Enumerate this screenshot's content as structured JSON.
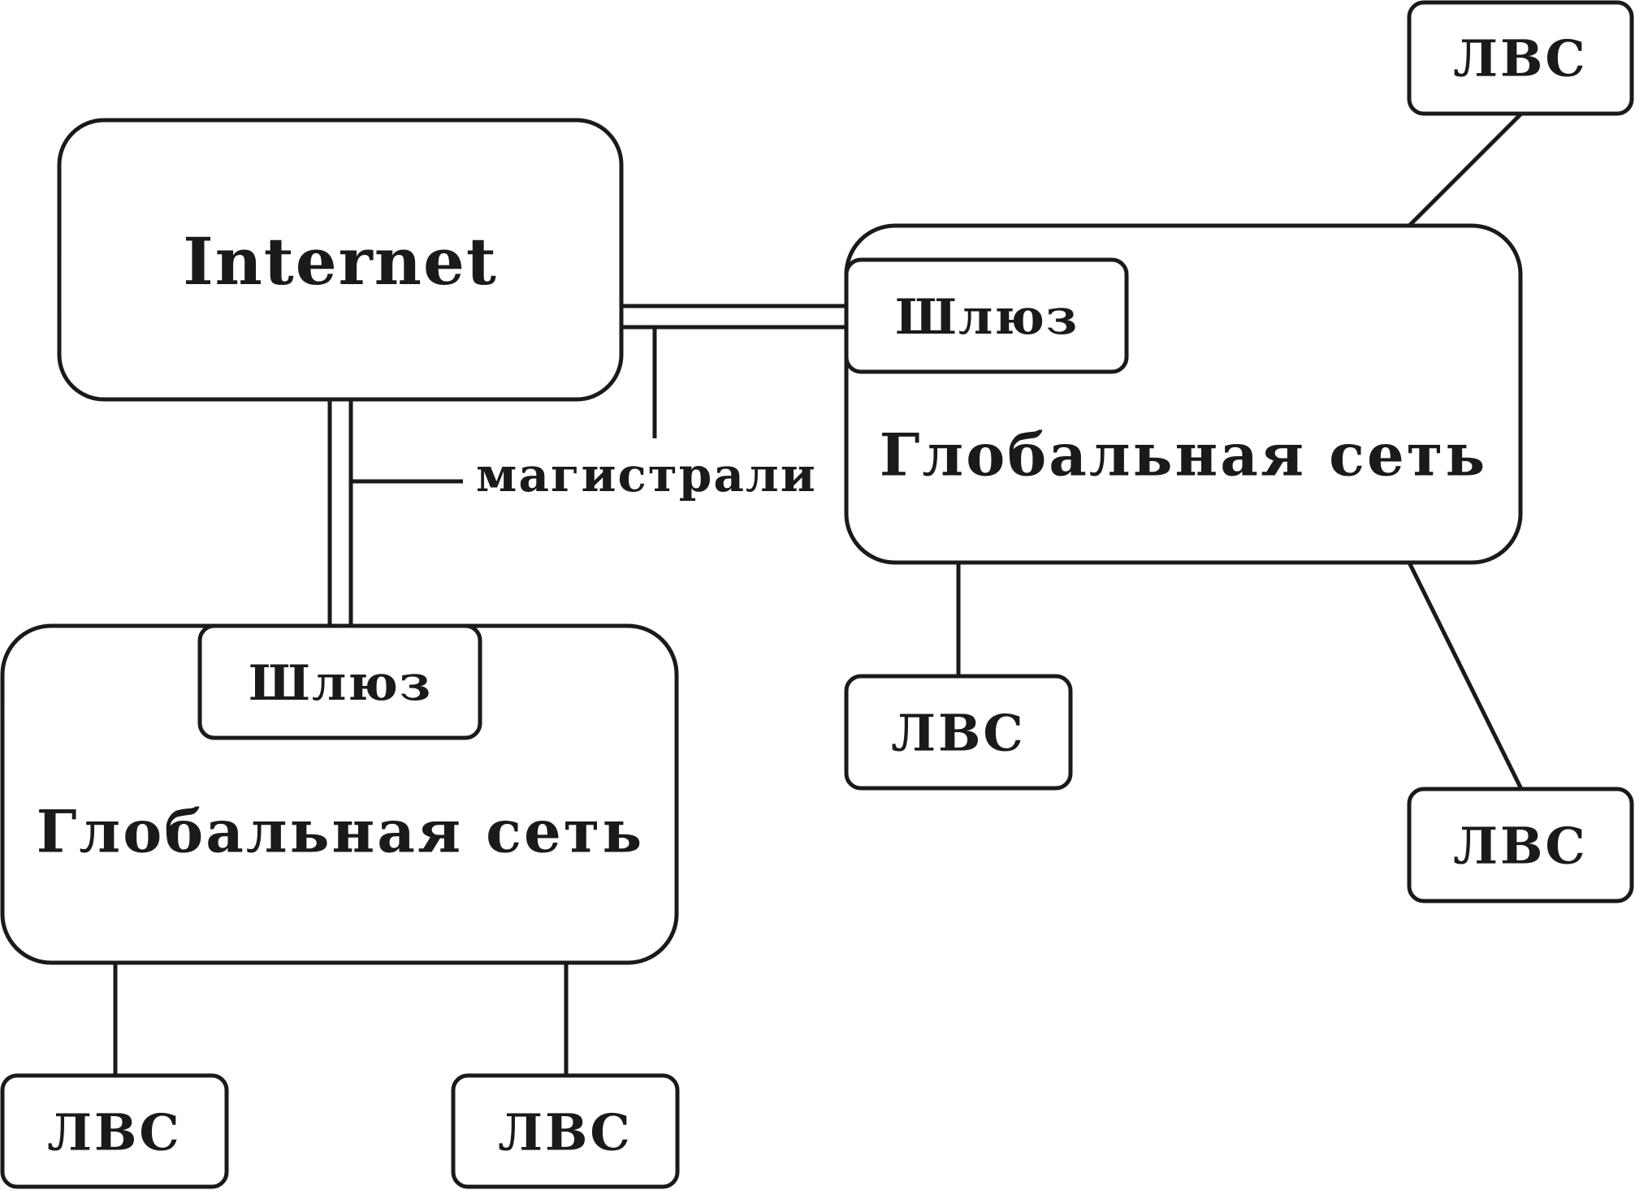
{
  "internet": {
    "label": "Internet"
  },
  "backbone": {
    "label": "магистрали"
  },
  "networks": [
    {
      "gateway": "Шлюз",
      "label": "Глобальная сеть"
    },
    {
      "gateway": "Шлюз",
      "label": "Глобальная сеть"
    }
  ],
  "lans": [
    "ЛВС",
    "ЛВС",
    "ЛВС",
    "ЛВС",
    "ЛВС"
  ],
  "colors": {
    "stroke": "#1a1a1a",
    "background": "#ffffff"
  }
}
